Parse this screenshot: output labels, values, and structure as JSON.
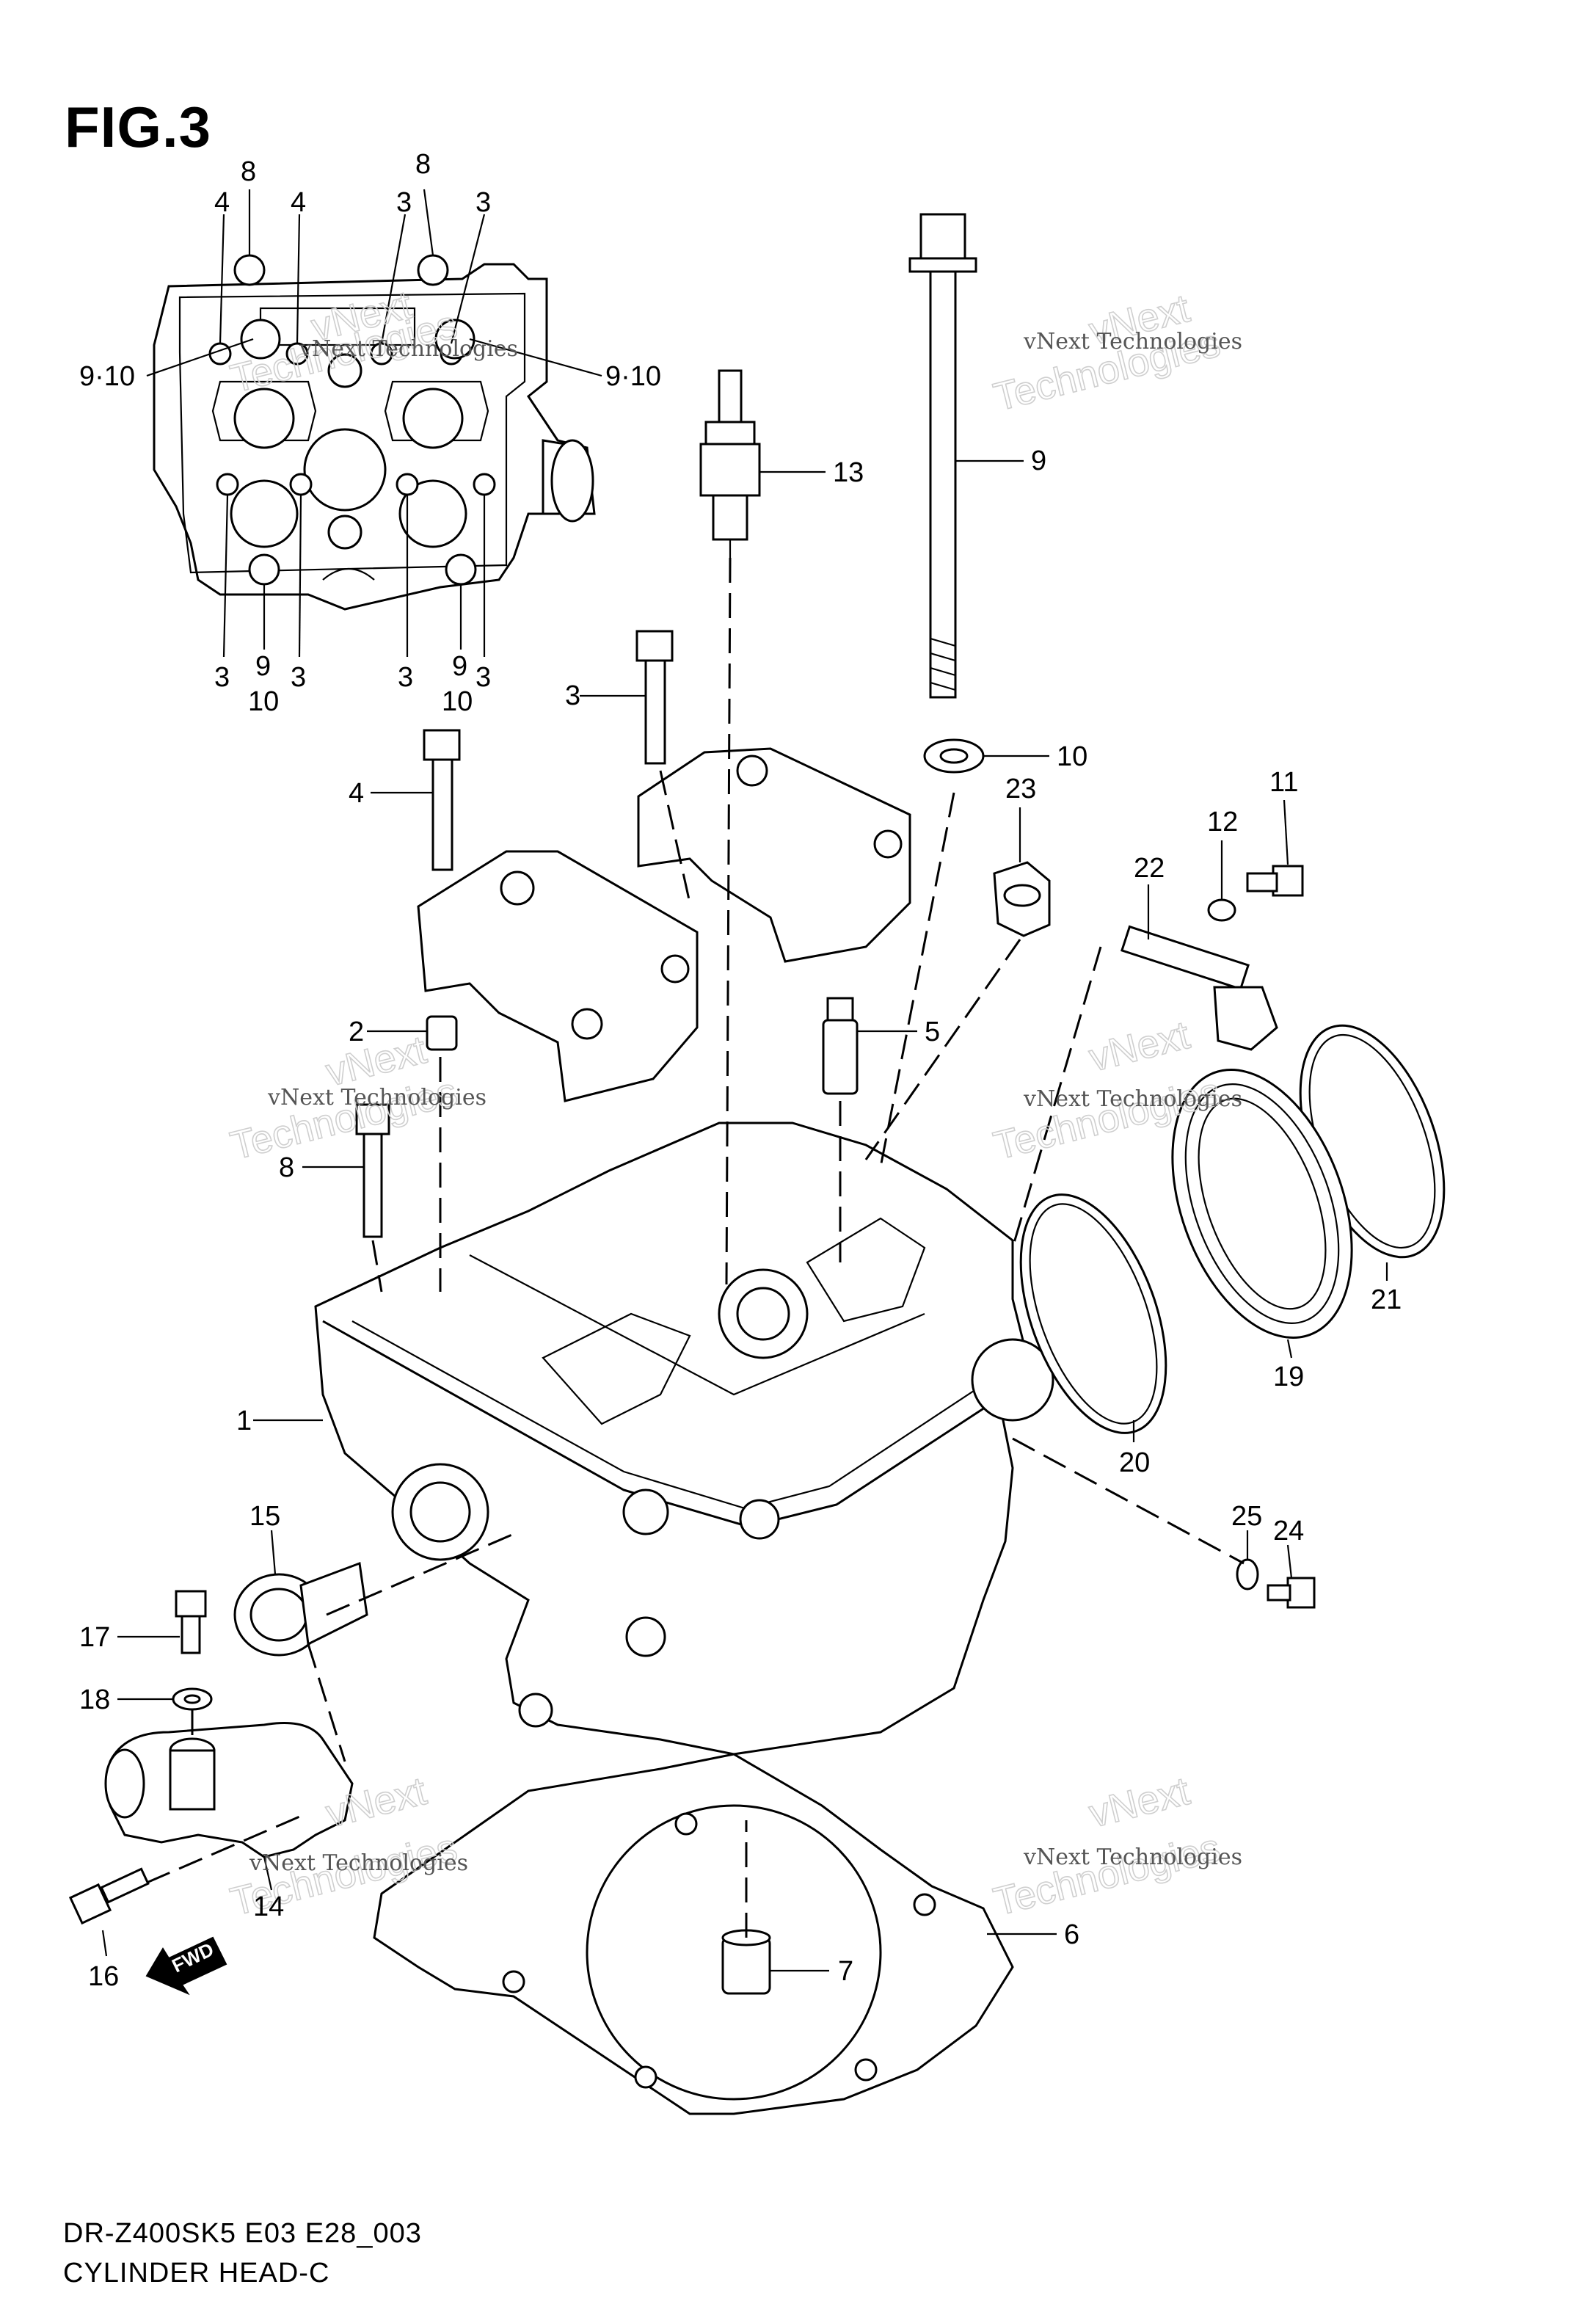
{
  "figure": {
    "title": "FIG.3",
    "model_line": "DR-Z400SK5 E03 E28_003",
    "part_name": "CYLINDER HEAD-C"
  },
  "watermark": {
    "text": "vNext Technologies",
    "word1": "vNext",
    "word2": "Technologies"
  },
  "arrow_label": "FWD",
  "callouts": {
    "top_view": [
      "8",
      "8",
      "4",
      "4",
      "3",
      "3",
      "3",
      "9·10",
      "9·10",
      "3",
      "9",
      "10",
      "3",
      "3",
      "9",
      "10",
      "3"
    ],
    "main": [
      "13",
      "9",
      "10",
      "3",
      "4",
      "23",
      "12",
      "11",
      "22",
      "2",
      "5",
      "8",
      "1",
      "21",
      "19",
      "20",
      "15",
      "25",
      "24",
      "17",
      "18",
      "14",
      "16",
      "6",
      "7"
    ]
  }
}
